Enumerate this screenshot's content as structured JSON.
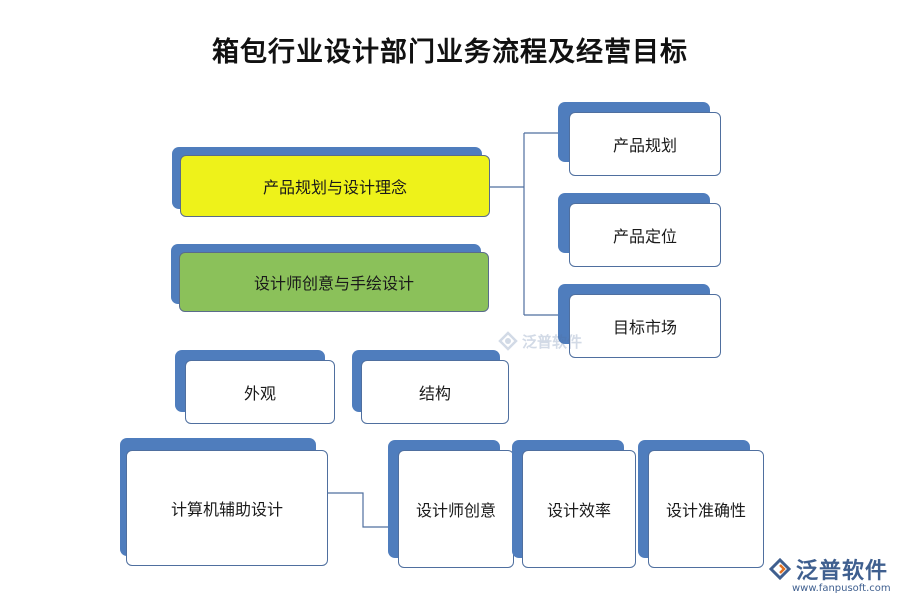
{
  "title": "箱包行业设计部门业务流程及经营目标",
  "nodes": {
    "concept": "产品规划与设计理念",
    "designer": "设计师创意与手绘设计",
    "planning": "产品规划",
    "positioning": "产品定位",
    "market": "目标市场",
    "appearance": "外观",
    "structure": "结构",
    "cad": "计算机辅助设计",
    "creativity": "设计师创意",
    "efficiency": "设计效率",
    "accuracy": "设计准确性"
  },
  "watermark": {
    "brand": "泛普软件",
    "url": "www.fanpusoft.com"
  },
  "colors": {
    "shadow": "#4f7dbd",
    "yellow": "#eef21a",
    "green": "#8bc15a"
  }
}
